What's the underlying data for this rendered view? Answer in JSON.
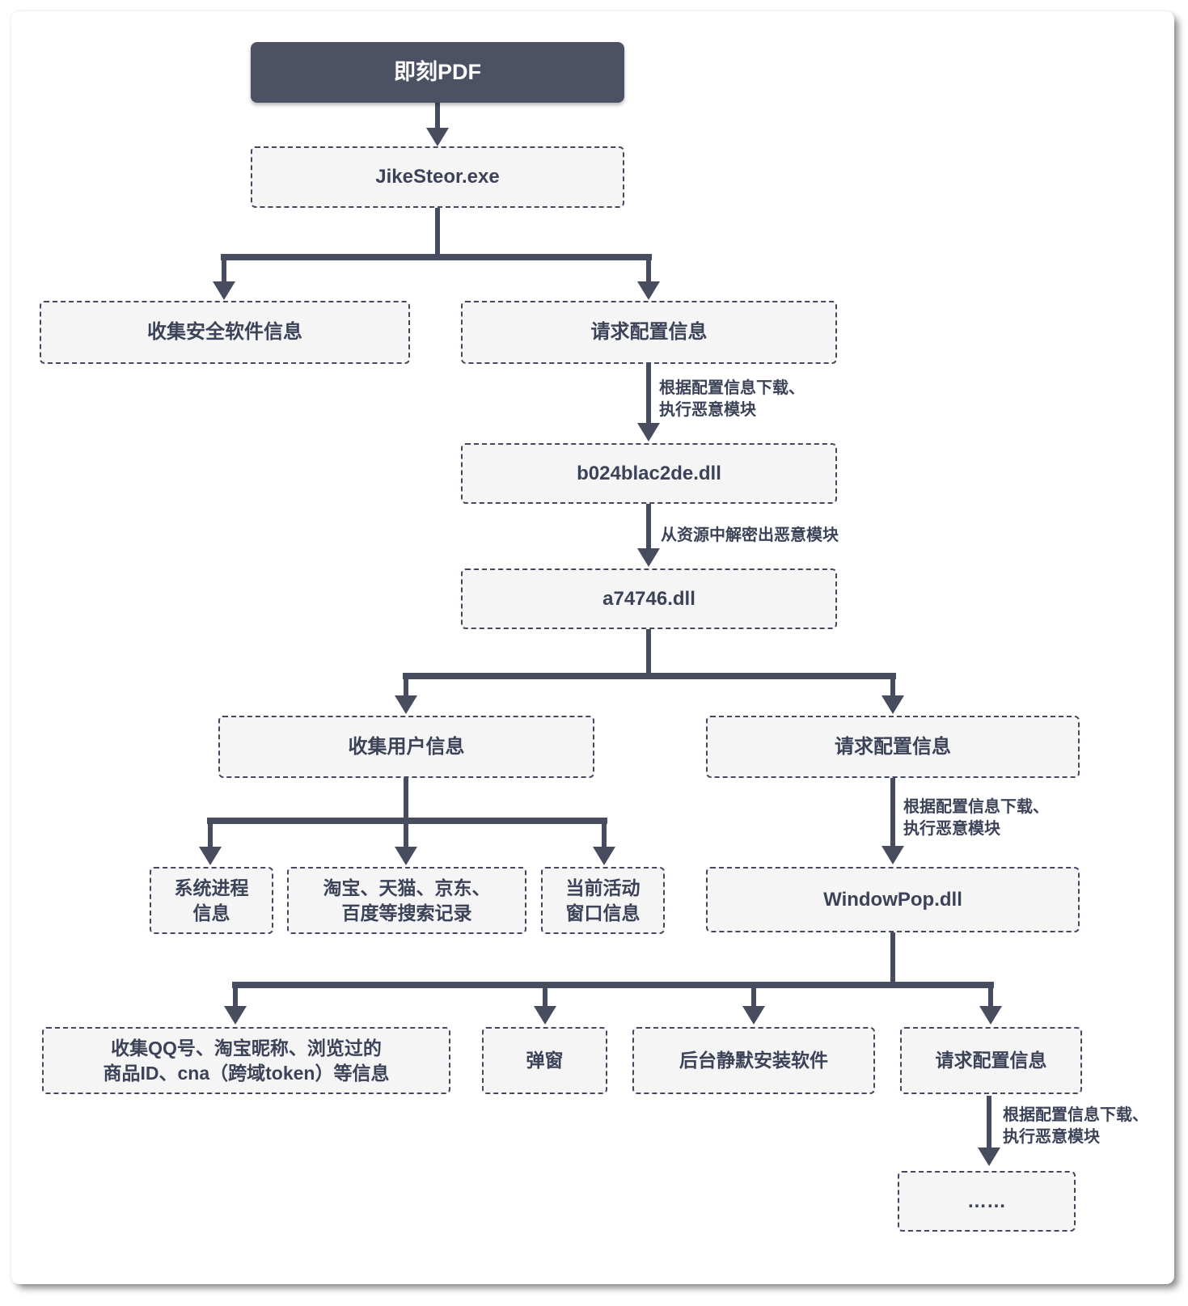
{
  "colors": {
    "dark_node_bg": "#4d5164",
    "dark_node_text": "#ffffff",
    "node_fill": "#f5f5f6",
    "node_border": "#43485c",
    "node_text": "#3c4257",
    "connector": "#474c5f",
    "canvas_bg": "#ffffff"
  },
  "nodes": {
    "root": {
      "label": "即刻PDF"
    },
    "jikesteor_exe": {
      "label": "JikeSteor.exe"
    },
    "collect_security_info": {
      "label": "收集安全软件信息"
    },
    "request_config_1": {
      "label": "请求配置信息"
    },
    "b024blac2de_dll": {
      "label": "b024blac2de.dll"
    },
    "a74746_dll": {
      "label": "a74746.dll"
    },
    "collect_user_info": {
      "label": "收集用户信息"
    },
    "request_config_2": {
      "label": "请求配置信息"
    },
    "system_process_info": {
      "lines": [
        "系统进程",
        "信息"
      ]
    },
    "search_records": {
      "lines": [
        "淘宝、天猫、京东、",
        "百度等搜索记录"
      ]
    },
    "active_window_info": {
      "lines": [
        "当前活动",
        "窗口信息"
      ]
    },
    "windowpop_dll": {
      "label": "WindowPop.dll"
    },
    "collect_qq_taobao_info": {
      "lines": [
        "收集QQ号、淘宝昵称、浏览过的",
        "商品ID、cna（跨域token）等信息"
      ]
    },
    "popup": {
      "label": "弹窗"
    },
    "silent_install": {
      "label": "后台静默安装软件"
    },
    "request_config_3": {
      "label": "请求配置信息"
    },
    "ellipsis": {
      "label": "……"
    }
  },
  "edge_labels": [
    {
      "lines": [
        "根据配置信息下载、",
        "执行恶意模块"
      ]
    },
    {
      "lines": [
        "从资源中解密出恶意模块"
      ]
    },
    {
      "lines": [
        "根据配置信息下载、",
        "执行恶意模块"
      ]
    },
    {
      "lines": [
        "根据配置信息下载、",
        "执行恶意模块"
      ]
    }
  ]
}
